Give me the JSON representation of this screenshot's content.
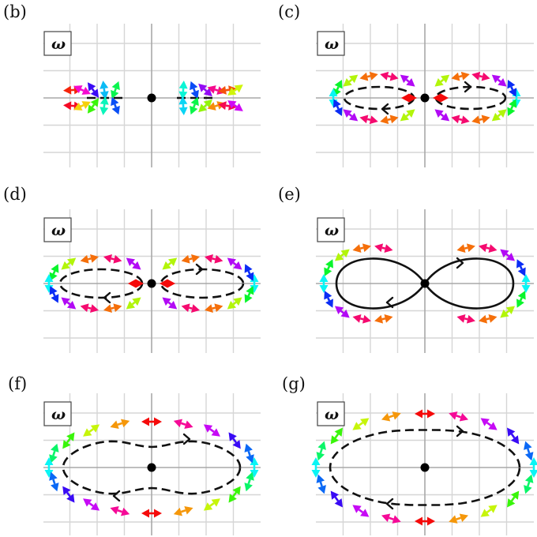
{
  "panels": [
    {
      "id": "b",
      "label": "(b)",
      "omega": "ω"
    },
    {
      "id": "c",
      "label": "(c)",
      "omega": "ω"
    },
    {
      "id": "d",
      "label": "(d)",
      "omega": "ω"
    },
    {
      "id": "e",
      "label": "(e)",
      "omega": "ω"
    },
    {
      "id": "f",
      "label": "(f)",
      "omega": "ω"
    },
    {
      "id": "g",
      "label": "(g)",
      "omega": "ω"
    }
  ]
}
